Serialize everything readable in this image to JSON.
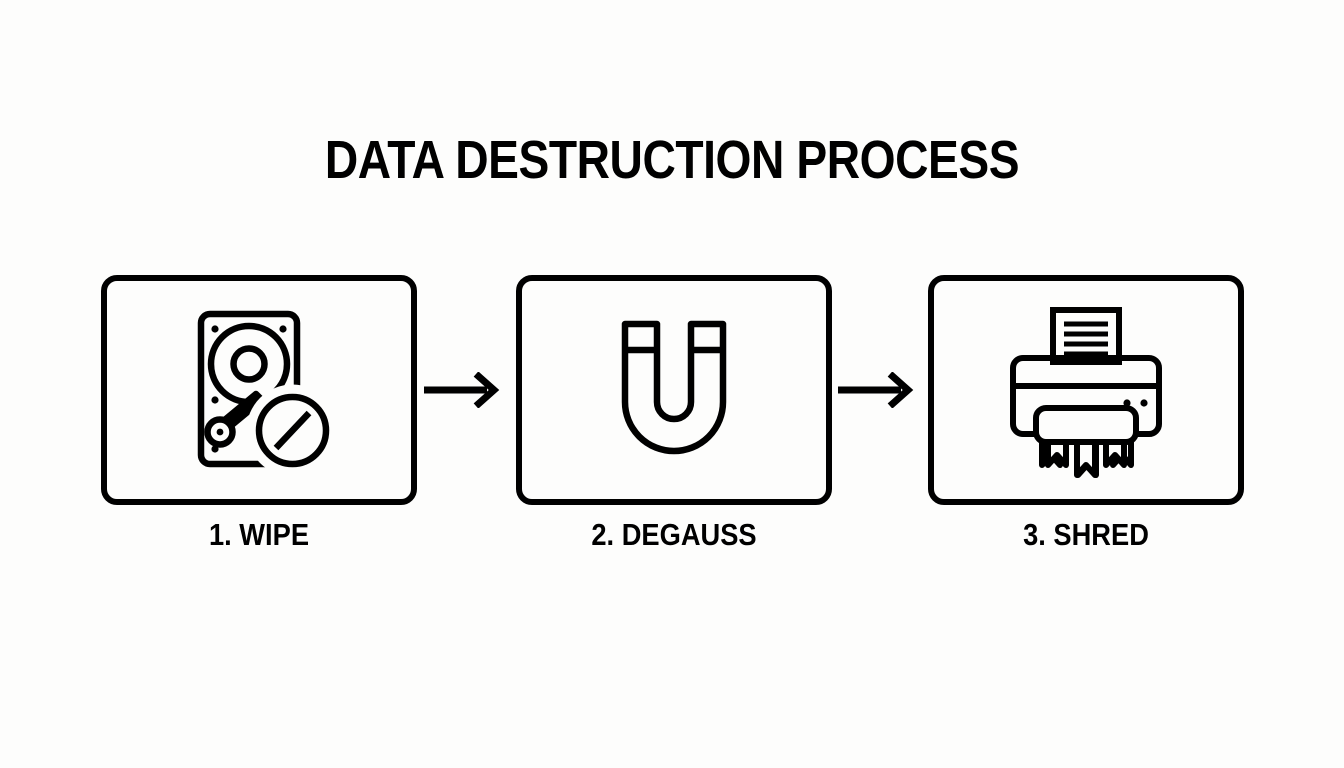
{
  "page": {
    "title": "DATA DESTRUCTION PROCESS",
    "background_color": "#fdfdfc",
    "stroke_color": "#000000"
  },
  "diagram": {
    "type": "process-flow",
    "orientation": "horizontal",
    "step_count": 3,
    "steps": [
      {
        "number": "1",
        "label": "1. WIPE",
        "icon": "hard-drive-disabled-icon",
        "icon_description": "hard disk drive with platter, spindle, actuator arm and prohibition slash circle"
      },
      {
        "number": "2",
        "label": "2. DEGAUSS",
        "icon": "horseshoe-magnet-icon",
        "icon_description": "U-shaped horseshoe magnet with pole caps"
      },
      {
        "number": "3",
        "label": "3. SHRED",
        "icon": "paper-shredder-icon",
        "icon_description": "paper shredder with sheet feeding in and shredded strips below"
      }
    ],
    "connectors": [
      {
        "name": "arrow-wipe-to-degauss",
        "icon": "arrow-right-icon"
      },
      {
        "name": "arrow-degauss-to-shred",
        "icon": "arrow-right-icon"
      }
    ]
  }
}
